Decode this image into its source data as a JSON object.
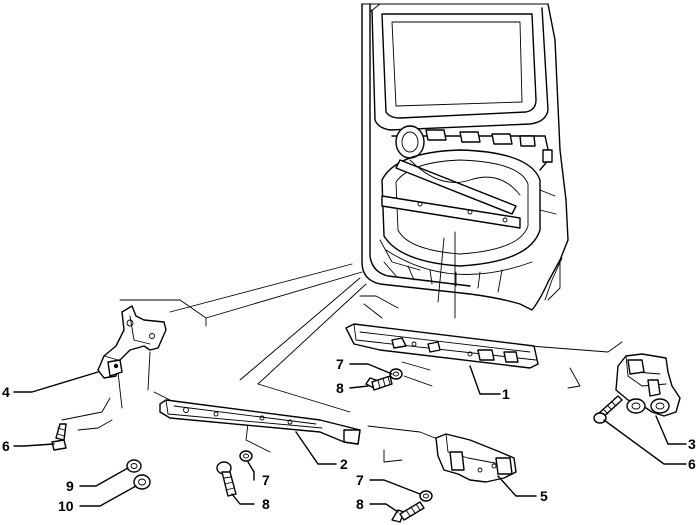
{
  "callouts": {
    "c1": "1",
    "c2": "2",
    "c3": "3",
    "c4": "4",
    "c5": "5",
    "c6a": "6",
    "c6b": "6",
    "c7a": "7",
    "c7b": "7",
    "c7c": "7",
    "c8a": "8",
    "c8b": "8",
    "c8c": "8",
    "c9": "9",
    "c10": "10"
  }
}
